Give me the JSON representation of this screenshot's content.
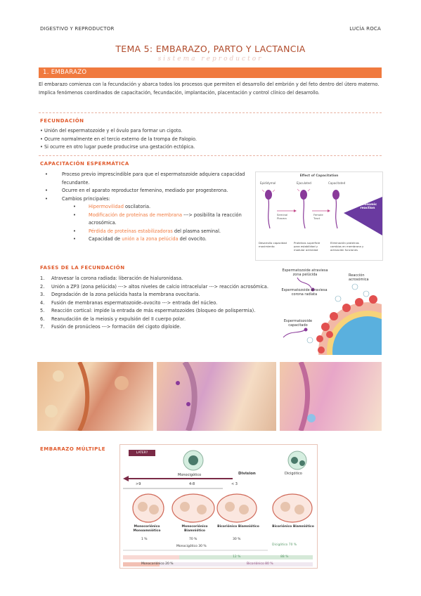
{
  "header": {
    "left": "DIGESTIVO Y REPRODUCTOR",
    "right": "LUCÍA ROCA"
  },
  "title": "TEMA 5: EMBARAZO, PARTO Y LACTANCIA",
  "subtitle": "sistema reproductor",
  "section1": {
    "label": "1. EMBARAZO",
    "intro": "El embarazo comienza con la fecundación y abarca todos los procesos que permiten el desarrollo del embrión y del feto dentro del útero materno. Implica fenómenos coordinados de capacitación, fecundación, implantación, placentación y control clínico del desarrollo."
  },
  "fecundacion": {
    "title": "FECUNDACIÓN",
    "items": [
      "Unión del espermatozoide y el óvulo para formar un cigoto.",
      "Ocurre normalmente en el tercio externo de la trompa de Falopio.",
      "Si ocurre en otro lugar puede producirse una gestación ectópica."
    ]
  },
  "capacitacion": {
    "title": "CAPACITACIÓN ESPERMÁTICA",
    "item1": "Proceso previo imprescindible para que el espermatozoide adquiera capacidad fecundante.",
    "item2": "Ocurre en el aparato reproductor femenino, mediado por progesterona.",
    "item3": "Cambios principales:",
    "sub1_hl": "Hipermovilidad",
    "sub1_rest": " oscilatoria.",
    "sub2_hl": "Modificación de proteínas de membrana",
    "sub2_rest": " ---> posibilita la reacción acrosómica.",
    "sub3_hl": "Pérdida de proteínas estabilizadoras",
    "sub3_rest": " del plasma seminal.",
    "sub4_pre": "Capacidad de ",
    "sub4_hl": "unión a la zona pelúcida",
    "sub4_rest": " del ovocito."
  },
  "fig_capacitation": {
    "title": "Effect of Capacitation",
    "col1": "Epididymal",
    "col2": "Ejaculated",
    "col3": "Capacitated",
    "arrow1": "Seminal Plasma",
    "arrow2": "Female Tract",
    "badge": "Acrosomic reaction",
    "cap1": "Desarrollo capacidad movimiento",
    "cap2": "Proteínas superficie para estabilidad y modular actividad",
    "cap3": "Eliminación proteínas cambios en membrana y activación funciones"
  },
  "fases": {
    "title": "FASES DE LA FECUNDACIÓN",
    "items": [
      "Atravesar la corona radiada: liberación de hialuronidasa.",
      "Unión a ZP3 (zona pelúcida) ---> altos niveles de calcio intracelular ---> reacción acrosómica.",
      "Degradación de la zona pelúcida hasta la membrana ovocitaria.",
      "Fusión de membranas espermatozoide–ovocito ---> entrada del núcleo.",
      "Reacción cortical: impide la entrada de más espermatozoides (bloqueo de polispermia).",
      "Reanudación de la meiosis y expulsión del II cuerpo polar.",
      "Fusión de pronúcleos ---> formación del cigoto diploide."
    ]
  },
  "fig_fases": {
    "l1": "Espermatozoide atraviesa zona pelúcida",
    "l2": "Reacción acrosómica",
    "l3": "Espermatozoide atraviesa corona radiata",
    "l4": "Espermatozoide capacitado"
  },
  "embarazo_multiple": {
    "title": "EMBARAZO MÚLTIPLE",
    "later": "LATER?",
    "division": "Division",
    "monocigotico": "Monocigótico",
    "dicigotico": "Dicigótico",
    "gt9": ">9",
    "range": "4-8",
    "lt3": "< 3",
    "labels": [
      "Monocoriónico Monoamniótico",
      "Monocoriónico Biamniótico",
      "Bicoriónico Biamniótico",
      "Bicoriónico Biamniótico"
    ],
    "pct": [
      "1 %",
      "70 %",
      "30 %"
    ],
    "mono30": "Monocigótico 30 %",
    "dici70": "Dicigótico 70 %",
    "p12": "12 %",
    "p88": "88 %",
    "mono30b": "Monocoriónico 20 %",
    "bico80": "Bicoriónico 80 %"
  }
}
